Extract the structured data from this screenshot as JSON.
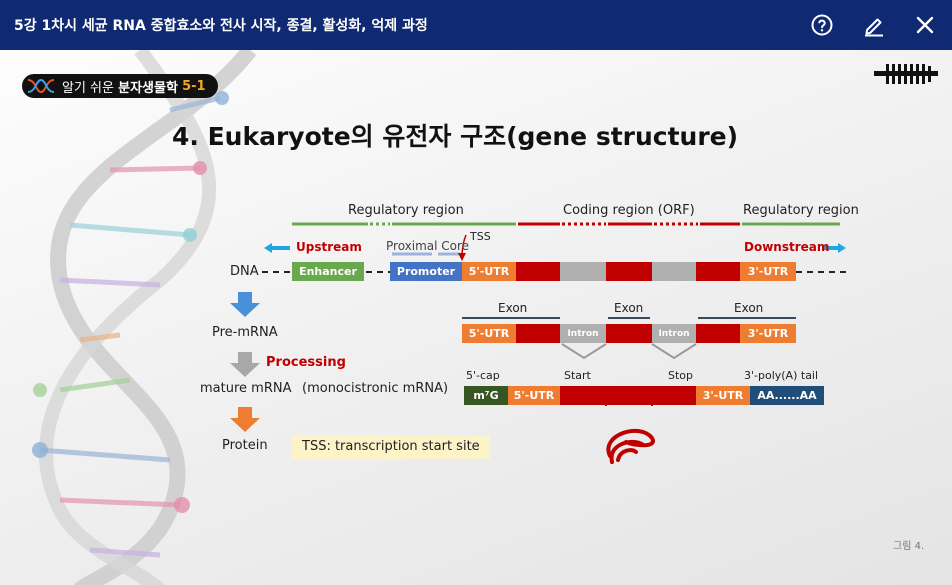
{
  "window": {
    "title": "5강 1차시 세균 RNA 중합효소와 전사 시작, 종결, 활성화, 억제 과정"
  },
  "toolbar": {
    "help_icon": "question-circle-icon",
    "edit_icon": "pencil-icon",
    "close_icon": "close-icon"
  },
  "slide": {
    "logo_prefix": "알기 쉬운",
    "logo_bold": "분자생물학",
    "logo_num": "5-1",
    "heading": "4. Eukaryote의 유전자 구조(gene structure)",
    "figure_caption": "그림 4."
  },
  "diagram": {
    "regions": {
      "reg_left": "Regulatory region",
      "coding": "Coding region (ORF)",
      "reg_right": "Regulatory region"
    },
    "upstream": "Upstream",
    "downstream": "Downstream",
    "proximal_core": "Proximal Core",
    "tss_mark": "TSS",
    "dna_label": "DNA",
    "enhancer": "Enhancer",
    "promoter": "Promoter",
    "utr5": "5'-UTR",
    "utr3": "3'-UTR",
    "exon": "Exon",
    "intron": "Intron",
    "pre_mrna": "Pre-mRNA",
    "processing": "Processing",
    "mature_mrna": "mature mRNA",
    "monocistronic": "(monocistronic mRNA)",
    "protein": "Protein",
    "cap_label": "5'-cap",
    "start_label": "Start",
    "stop_label": "Stop",
    "polya_label": "3'-poly(A) tail",
    "m7g": "m⁷G",
    "polya_box": "AA......AA",
    "tss_note": "TSS: transcription start site"
  },
  "colors": {
    "titlebar": "#0f2a73",
    "utr": "#ef7d31",
    "exon": "#c00000",
    "intron": "#b0b0b0",
    "enhancer": "#6aa84f",
    "promoter": "#4472c4",
    "cap": "#375623",
    "polya": "#1f4e79",
    "arrow_blue": "#4a90d9",
    "processing_text": "#c00000",
    "tss_note_bg": "#fdf3c8"
  }
}
